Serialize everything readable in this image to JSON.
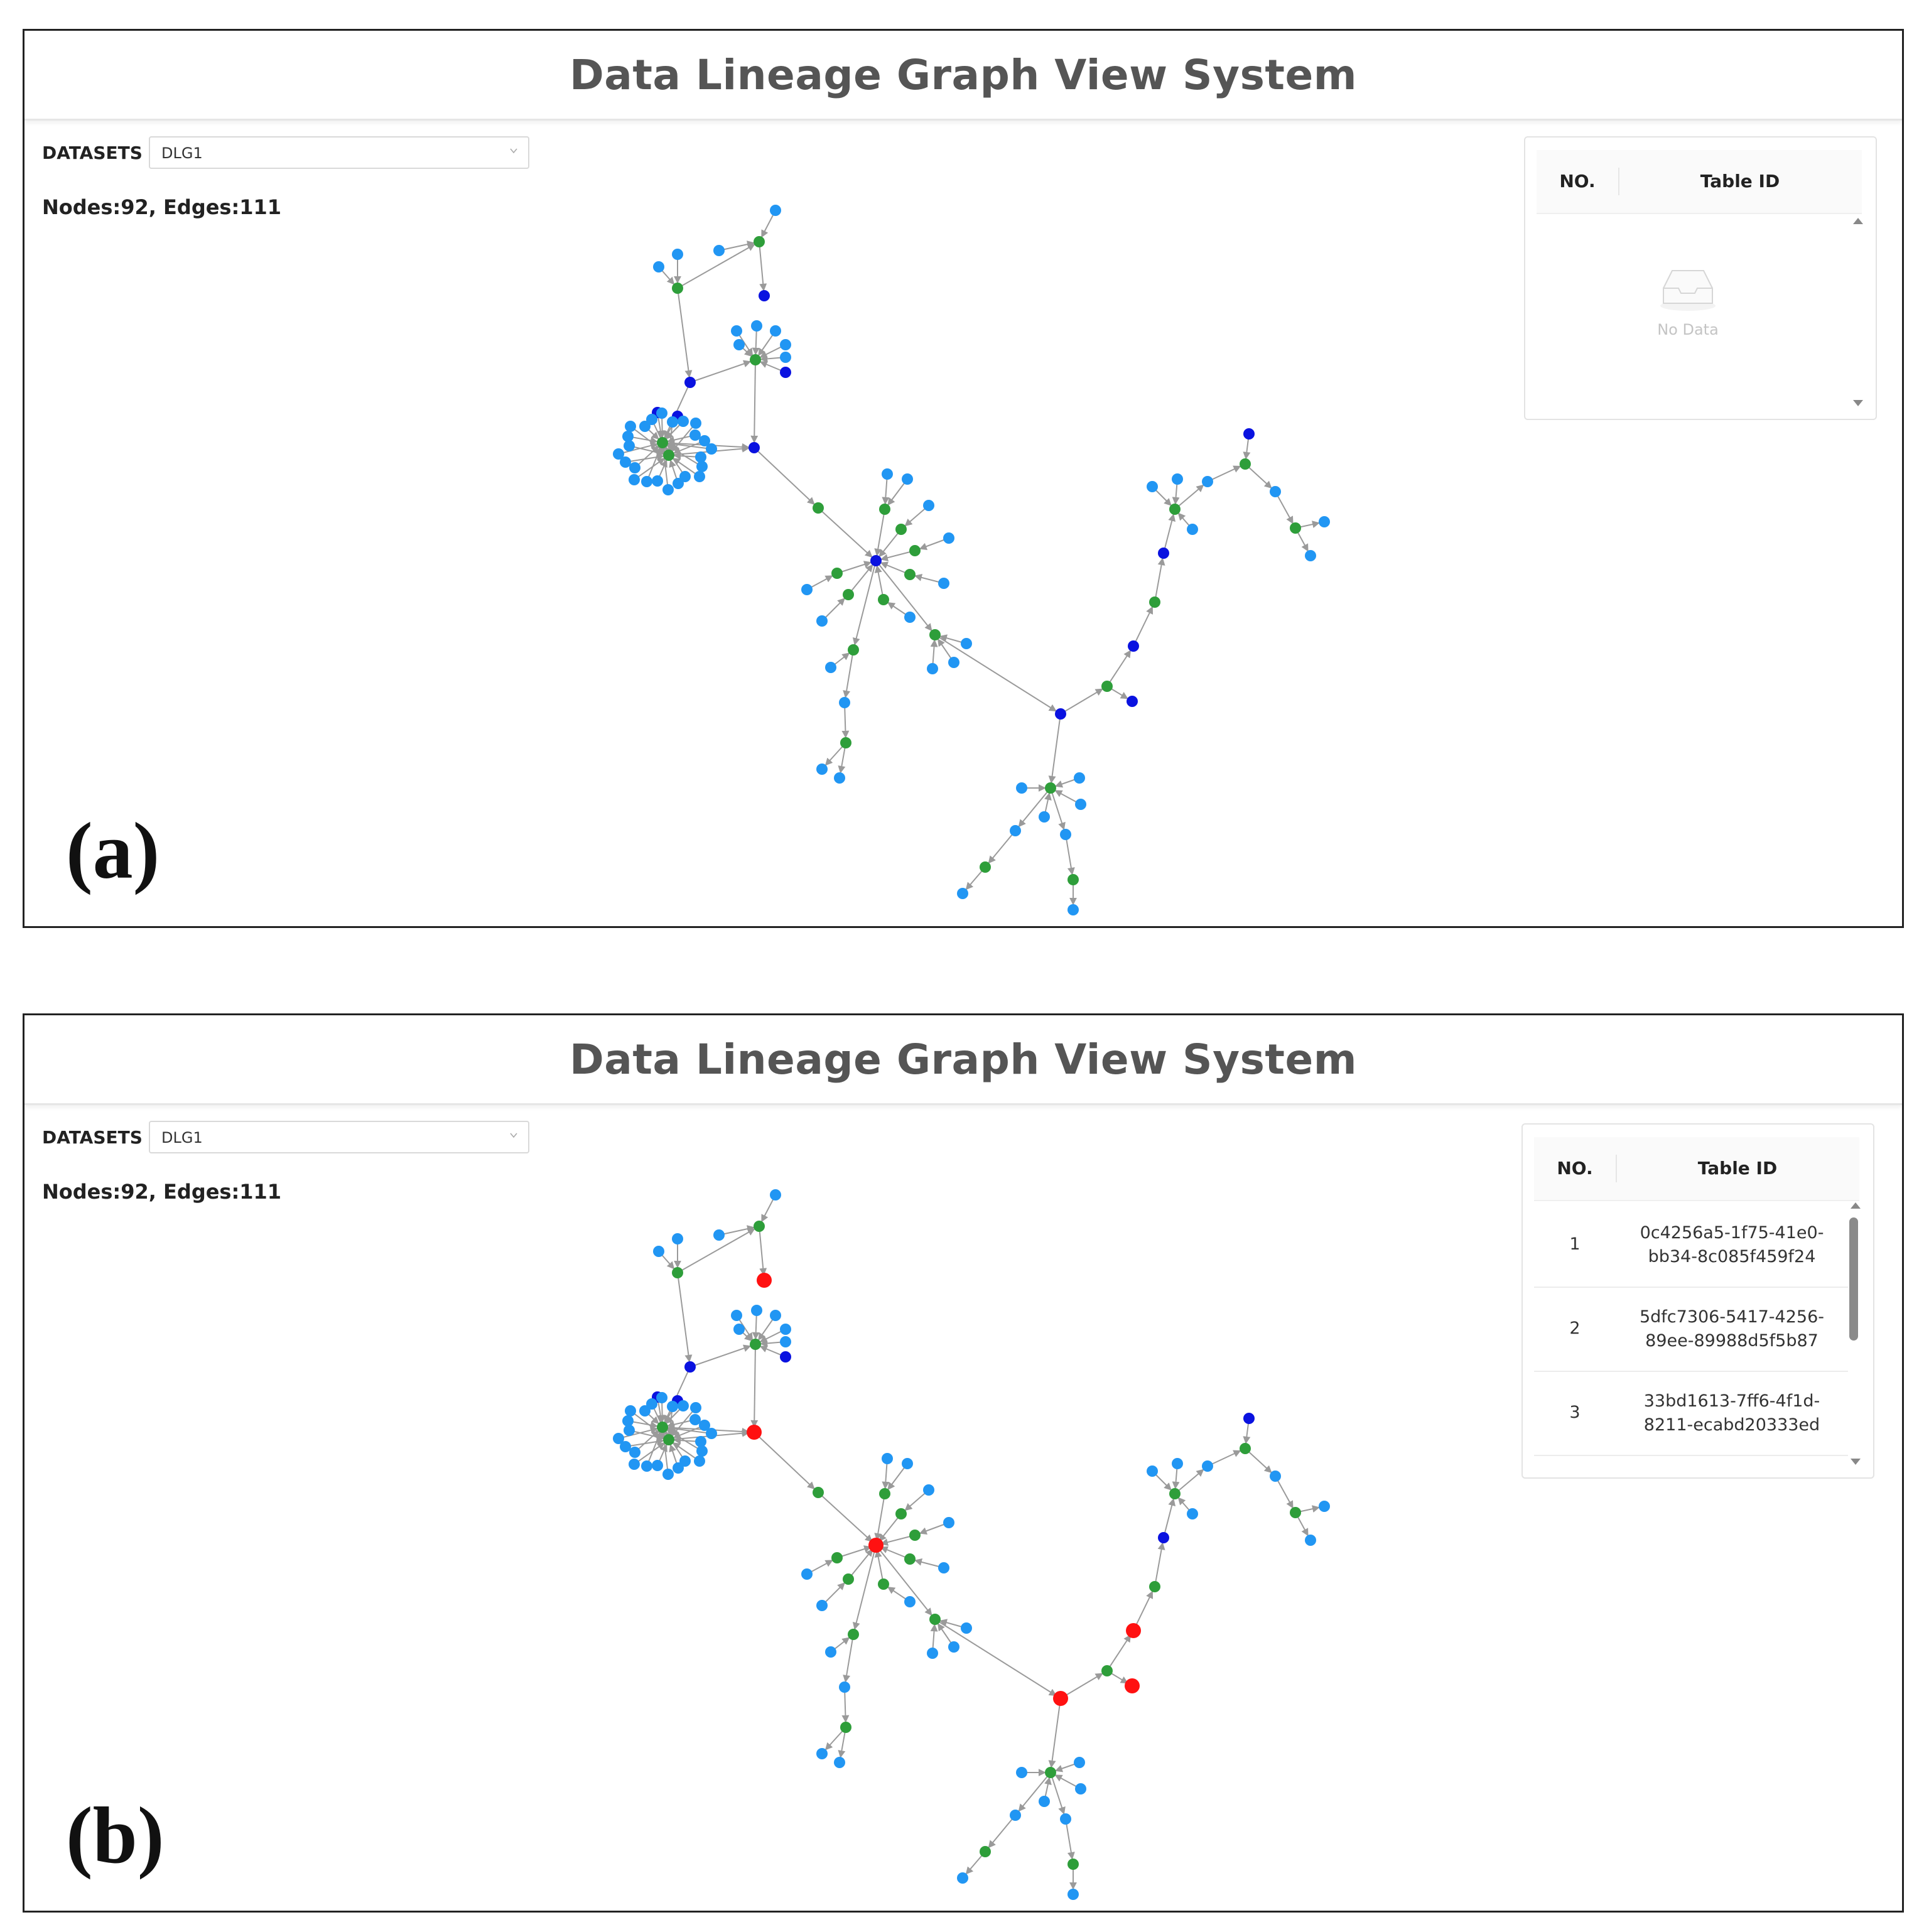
{
  "colors": {
    "source_node": "#2196f3",
    "process_node": "#2e9e3a",
    "intermediate_node": "#0a12e0",
    "highlight_node": "#ff1111",
    "edge": "#9a9a9a"
  },
  "panels": [
    {
      "tag": "(a)",
      "title": "Data Lineage Graph View System",
      "datasets_label": "DATASETS",
      "dataset_value": "DLG1",
      "stats": "Nodes:92, Edges:111",
      "table": {
        "col_no": "NO.",
        "col_id": "Table ID",
        "empty_text": "No Data",
        "rows": []
      }
    },
    {
      "tag": "(b)",
      "title": "Data Lineage Graph View System",
      "datasets_label": "DATASETS",
      "dataset_value": "DLG1",
      "stats": "Nodes:92, Edges:111",
      "table": {
        "col_no": "NO.",
        "col_id": "Table ID",
        "rows": [
          {
            "no": "1",
            "id_line1": "0c4256a5-1f75-41e0-",
            "id_line2": "bb34-8c085f459f24"
          },
          {
            "no": "2",
            "id_line1": "5dfc7306-5417-4256-",
            "id_line2": "89ee-89988d5f5b87"
          },
          {
            "no": "3",
            "id_line1": "33bd1613-7ff6-4f1d-",
            "id_line2": "8211-ecabd20333ed"
          }
        ]
      }
    }
  ]
}
